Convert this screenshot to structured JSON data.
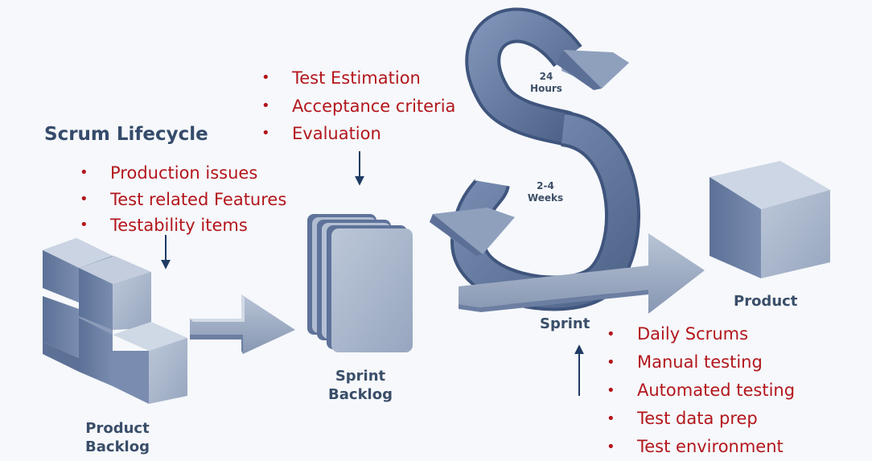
{
  "title": "Scrum Lifecycle",
  "lifecycle_items": [
    "Production issues",
    "Test related Features",
    "Testability items"
  ],
  "sprint_planning_items": [
    "Test Estimation",
    "Acceptance criteria",
    "Evaluation"
  ],
  "sprint_items": [
    "Daily Scrums",
    "Manual testing",
    "Automated testing",
    "Test data prep",
    "Test environment"
  ],
  "labels": {
    "product_backlog": [
      "Product",
      "Backlog"
    ],
    "sprint_backlog": [
      "Sprint",
      "Backlog"
    ],
    "sprint": "Sprint",
    "product": "Product",
    "hours": [
      "24",
      "Hours"
    ],
    "weeks": [
      "2-4",
      "Weeks"
    ]
  },
  "colors": {
    "bullet_text": "#b3161c",
    "shape_front": "#a9b6cb",
    "shape_side": "#6e82a4",
    "shape_top": "#c7d1e0",
    "arrow_dark": "#1f3b63",
    "label": "#3a4e69"
  }
}
